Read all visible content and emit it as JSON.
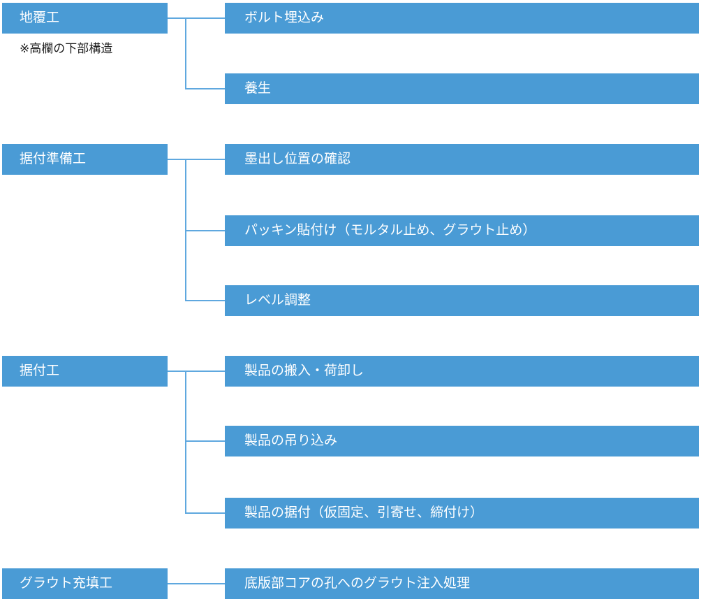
{
  "diagram": {
    "sections": [
      {
        "label": "地覆工",
        "note": "※高欄の下部構造",
        "children": [
          "ボルト埋込み",
          "養生"
        ]
      },
      {
        "label": "据付準備工",
        "children": [
          "墨出し位置の確認",
          "パッキン貼付け（モルタル止め、グラウト止め）",
          "レベル調整"
        ]
      },
      {
        "label": "据付工",
        "children": [
          "製品の搬入・荷卸し",
          "製品の吊り込み",
          "製品の据付（仮固定、引寄せ、締付け）"
        ]
      },
      {
        "label": "グラウト充填工",
        "children": [
          "底版部コアの孔へのグラウト注入処理"
        ]
      }
    ],
    "colors": {
      "box_fill": "#4A9BD5",
      "box_text": "#FFFFFF",
      "connector": "#5FA8DF",
      "note_text": "#1F1F1F"
    }
  }
}
